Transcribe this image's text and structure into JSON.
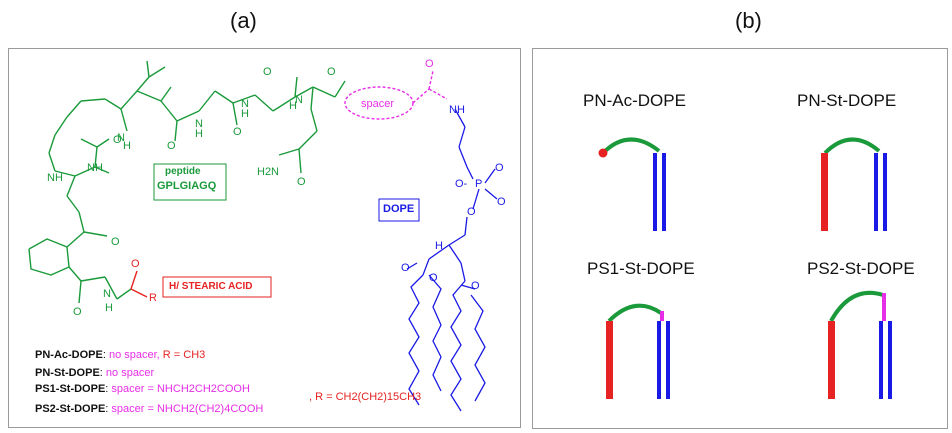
{
  "panel_a": {
    "label": "(a)",
    "peptide_box": {
      "line1": "peptide",
      "line2": "GPLGIAGQ"
    },
    "dope_box": "DOPE",
    "acid_box": "H/ STEARIC ACID",
    "spacer": "spacer",
    "atoms": {
      "nh": "NH",
      "h": "H",
      "n": "N",
      "o": "O",
      "r": "R",
      "h2n": "H2N",
      "h_sub": "H",
      "p": "P",
      "o_minus": "O-"
    },
    "legend": [
      {
        "name": "PN-Ac-DOPE",
        "parts": [
          "no spacer, ",
          "R = ",
          "CH3"
        ]
      },
      {
        "name": "PN-St-DOPE",
        "parts": [
          "no spacer"
        ]
      },
      {
        "name": "PS1-St-DOPE",
        "parts": [
          "spacer = ",
          "NHCH2CH2COOH"
        ]
      },
      {
        "name": "PS2-St-DOPE",
        "parts": [
          "spacer = ",
          "NHCH2(CH2)4COOH"
        ]
      }
    ],
    "r_stearic": {
      "prefix": ", R = ",
      "formula": "CH2(CH2)15CH3"
    }
  },
  "panel_b": {
    "label": "(b)",
    "structures": [
      {
        "name": "PN-Ac-DOPE"
      },
      {
        "name": "PN-St-DOPE"
      },
      {
        "name": "PS1-St-DOPE"
      },
      {
        "name": "PS2-St-DOPE"
      }
    ]
  },
  "colors": {
    "peptide": "#1a9a3a",
    "lipid": "#1a1ae6",
    "acid": "#e62222",
    "spacer": "#e62ee6"
  }
}
